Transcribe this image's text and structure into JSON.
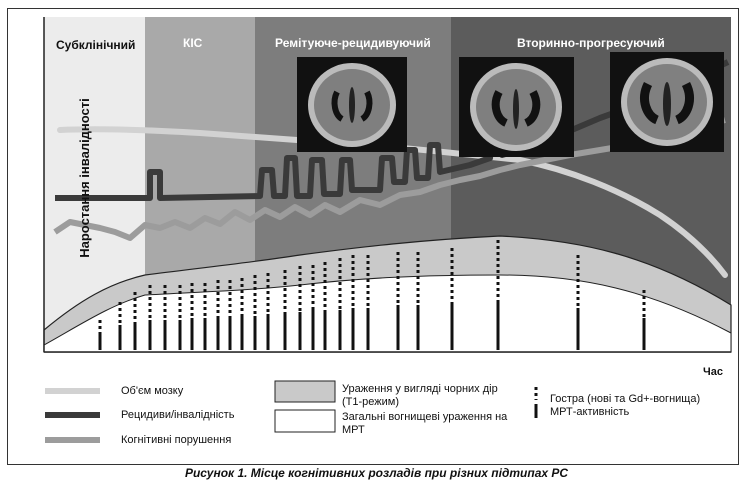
{
  "phases": {
    "subclinical": "Субклінічний",
    "cis": "КІС",
    "relapsing_remitting": "Ремітуюче-рецидивуючий",
    "secondary_progressive": "Вторинно-прогресуючий"
  },
  "axes": {
    "y_label": "Наростання інвалідності",
    "x_label": "Час"
  },
  "legend": {
    "brain_volume": "Об'єм мозку",
    "relapses_disability": "Рецидиви/інвалідність",
    "cognitive_impairment": "Когнітивні порушення",
    "black_holes": "Ураження у вигляді чорних дір (Т1-режим)",
    "total_lesions": "Загальні вогнищеві ураження на МРТ",
    "acute_mri_activity": "Гостра (нові та Gd+-вогнища) МРТ-активність"
  },
  "caption": "Рисунок 1. Місце когнітивних розладів при різних підтипах РС",
  "colors": {
    "phase_subclinical": "#ececec",
    "phase_cis": "#a8a8a8",
    "phase_rr": "#7a7a7a",
    "phase_sp": "#5a5a5a",
    "brain_volume_line": "#d0d0d0",
    "relapse_line": "#3a3a3a",
    "cognitive_line": "#9a9a9a",
    "lesion_fill": "#c8c8c8"
  }
}
